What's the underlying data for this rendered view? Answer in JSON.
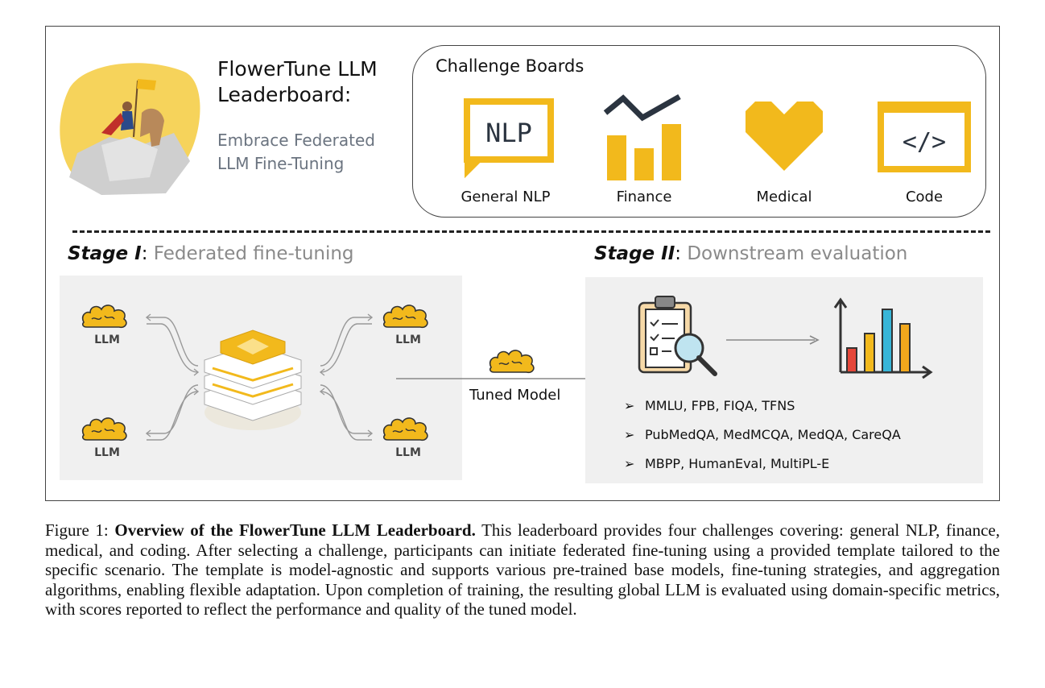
{
  "leaderboard": {
    "title_line1": "FlowerTune LLM",
    "title_line2": "Leaderboard:",
    "subtitle_line1": "Embrace Federated",
    "subtitle_line2": "LLM Fine-Tuning"
  },
  "challenge_boards": {
    "title": "Challenge Boards",
    "items": [
      {
        "label": "General NLP",
        "icon": "nlp-speech-bubble-icon",
        "icon_text": "NLP"
      },
      {
        "label": "Finance",
        "icon": "finance-chart-icon"
      },
      {
        "label": "Medical",
        "icon": "medical-heart-icon"
      },
      {
        "label": "Code",
        "icon": "code-brackets-icon",
        "icon_text": "</>"
      }
    ]
  },
  "stage1": {
    "label": "Stage I",
    "desc": "Federated fine-tuning",
    "client_label": "LLM"
  },
  "tuned_model": {
    "label": "Tuned Model"
  },
  "stage2": {
    "label": "Stage II",
    "desc": "Downstream evaluation",
    "benchmarks": [
      "MMLU, FPB, FIQA, TFNS",
      "PubMedQA, MedMCQA, MedQA, CareQA",
      "MBPP, HumanEval, MultiPL-E"
    ],
    "bullet": "➢"
  },
  "caption": {
    "figure_label": "Figure 1:",
    "bold": "Overview of the FlowerTune LLM Leaderboard.",
    "text": "This leaderboard provides four challenges covering: general NLP, finance, medical, and coding. After selecting a challenge, participants can initiate federated fine-tuning using a provided template tailored to the specific scenario. The template is model-agnostic and supports various pre-trained base models, fine-tuning strategies, and aggregation algorithms, enabling flexible adaptation. Upon completion of training, the resulting global LLM is evaluated using domain-specific metrics, with scores reported to reflect the performance and quality of the tuned model."
  },
  "colors": {
    "accent_yellow": "#f2b91c",
    "panel_gray": "#f0f0f0",
    "subtitle_gray": "#6b7480"
  }
}
